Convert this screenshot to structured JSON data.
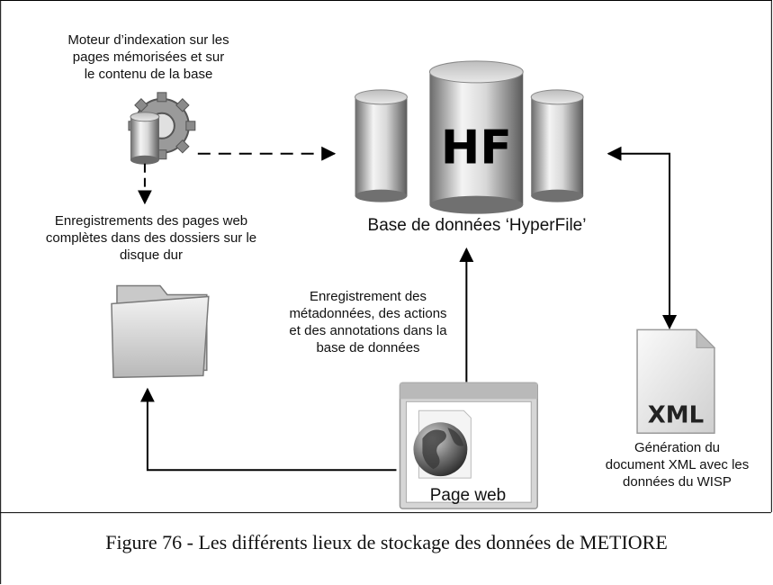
{
  "indexer": {
    "label_lines": [
      "Moteur d’indexation sur les",
      "pages mémorisées et sur",
      "le contenu de la base"
    ],
    "icon": "gear-cylinder-icon"
  },
  "disk_storage": {
    "label_lines": [
      "Enregistrements des pages web",
      "complètes dans des dossiers sur le",
      "disque dur"
    ],
    "icon": "folder-icon"
  },
  "database": {
    "logo_text": "HF",
    "label": "Base de données ‘HyperFile’",
    "icon": "database-cylinders-icon"
  },
  "metadata_flow": {
    "label_lines": [
      "Enregistrement des",
      "métadonnées, des actions",
      "et des annotations dans la",
      "base de données"
    ]
  },
  "xml_export": {
    "icon_text": "XML",
    "label_lines": [
      "Génération du",
      "document XML avec les",
      "données du WISP"
    ],
    "icon": "xml-file-icon"
  },
  "web_page": {
    "label": "Page web",
    "icon": "browser-globe-icon"
  },
  "caption": "Figure 76 - Les différents lieux de stockage des données de METIORE"
}
